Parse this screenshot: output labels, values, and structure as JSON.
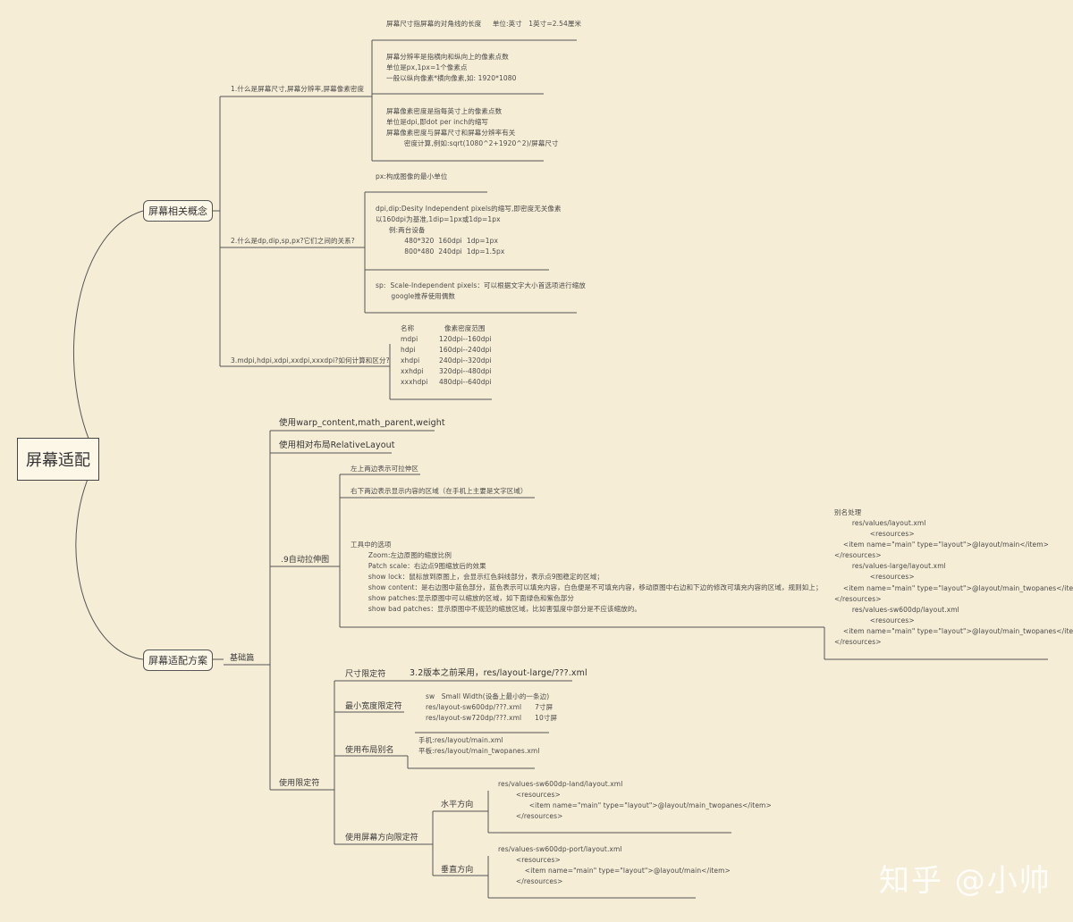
{
  "root": "屏幕适配",
  "branch1": {
    "label": "屏幕相关概念",
    "q1": {
      "label": "1.什么是屏幕尺寸,屏幕分辨率,屏幕像素密度",
      "size": "屏幕尺寸指屏幕的对角线的长度     单位:英寸   1英寸=2.54厘米",
      "resolution": [
        "屏幕分辨率是指横向和纵向上的像素点数",
        "单位是px,1px=1个像素点",
        "一般以纵向像素*横向像素,如: 1920*1080"
      ],
      "density": [
        "屏幕像素密度是指每英寸上的像素点数",
        "单位是dpi,即dot per inch的缩写",
        "屏幕像素密度与屏幕尺寸和屏幕分辨率有关",
        "        密度计算,例如:sqrt(1080^2+1920^2)/屏幕尺寸"
      ]
    },
    "q2": {
      "label": "2.什么是dp,dip,sp,px?它们之间的关系?",
      "px": "px:构成图像的最小单位",
      "dp": [
        "dpi,dip:Desity Independent pixels的缩写,即密度无关像素",
        "以160dpi为基准,1dip=1px或1dp=1px",
        "      例:两台设备",
        "             480*320  160dpi  1dp=1px",
        "             800*480  240dpi  1dp=1.5px"
      ],
      "sp": [
        "sp:  Scale-Independent pixels：可以根据文字大小首选项进行缩放",
        "       google推荐使用偶数"
      ]
    },
    "q3": {
      "label": "3.mdpi,hdpi,xdpi,xxdpi,xxxdpi?如何计算和区分?",
      "table_header": [
        "名称",
        "像素密度范围"
      ],
      "rows": [
        [
          "mdpi",
          "120dpi--160dpi"
        ],
        [
          "hdpi",
          "160dpi--240dpi"
        ],
        [
          "xhdpi",
          "240dpi--320dpi"
        ],
        [
          "xxhdpi",
          "320dpi--480dpi"
        ],
        [
          "xxxhdpi",
          "480dpi--640dpi"
        ]
      ]
    }
  },
  "branch2": {
    "label": "屏幕适配方案",
    "basic": "基础篇",
    "b1": "使用warp_content,math_parent,weight",
    "b2": "使用相对布局RelativeLayout",
    "nine": {
      "label": ".9自动拉伸图",
      "a": "左上两边表示可拉伸区",
      "b": "右下两边表示显示内容的区域（在手机上主要是文字区域）",
      "tools": [
        "工具中的选项",
        "        Zoom:左边原图的缩放比例",
        "        Patch scale：右边点9图缩放后的效果",
        "        show lock：鼠标放到原图上，会显示红色斜线部分，表示点9图稳定的区域；",
        "        show content：是右边图中蓝色部分，蓝色表示可以填充内容，白色便是不可填充内容，移动原图中右边和下边的修改可填充内容的区域，规则如上；",
        "        show patches:显示原图中可以缩放的区域，如下面绿色和紫色部分",
        "        show bad patches：显示原图中不规范的缩放区域，比如害弧度中部分是不应该缩放的。"
      ]
    },
    "alias": [
      "别名处理",
      "        res/values/layout.xml",
      "                <resources>",
      "    <item name=\"main\" type=\"layout\">@layout/main</item>",
      "</resources>",
      "        res/values-large/layout.xml",
      "                <resources>",
      "    <item name=\"main\" type=\"layout\">@layout/main_twopanes</item>",
      "</resources>",
      "        res/values-sw600dp/layout.xml",
      "                <resources>",
      "    <item name=\"main\" type=\"layout\">@layout/main_twopanes</item>",
      "</resources>"
    ],
    "qual": {
      "label": "使用限定符",
      "size_label": "尺寸限定符",
      "size_text": "3.2版本之前采用，res/layout-large/???.xml",
      "sw_label": "最小宽度限定符",
      "sw_text": [
        "sw   Small Width(设备上最小的一条边)",
        "res/layout-sw600dp/???.xml      7寸屏",
        "res/layout-sw720dp/???.xml      10寸屏"
      ],
      "layout_alias_label": "使用布局别名",
      "layout_alias_text": [
        "手机:res/layout/main.xml",
        "平板:res/layout/main_twopanes.xml"
      ],
      "orient_label": "使用屏幕方向限定符",
      "h_label": "水平方向",
      "h_text": [
        "res/values-sw600dp-land/layout.xml",
        "        <resources>",
        "              <item name=\"main\" type=\"layout\">@layout/main_twopanes</item>",
        "        </resources>"
      ],
      "v_label": "垂直方向",
      "v_text": [
        "res/values-sw600dp-port/layout.xml",
        "        <resources>",
        "            <item name=\"main\" type=\"layout\">@layout/main</item>",
        "        </resources>"
      ]
    }
  },
  "watermark": "知乎 @小帅"
}
